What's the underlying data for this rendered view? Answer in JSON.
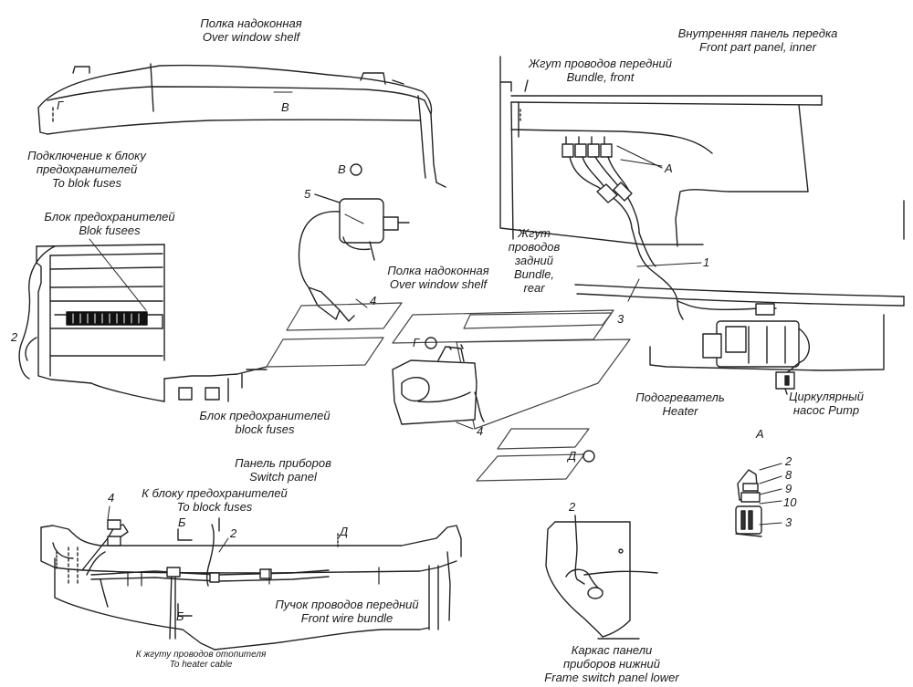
{
  "labels": {
    "shelf_ru": "Полка надоконная",
    "shelf_en": "Over window  shelf",
    "front_panel_ru": "Внутренняя панель передка",
    "front_panel_en": "Front part panel, inner",
    "bundle_front_ru": "Жгут проводов передний",
    "bundle_front_en": "Bundle, front",
    "conn_fuse_ru1": "Подключение к блоку",
    "conn_fuse_ru2": "предохранителей",
    "conn_fuse_en": "To blok fuses",
    "fuse_block_ru": "Блок предохранителей",
    "fuse_block_en": "Blok fusees",
    "shelf2_ru": "Полка надоконная",
    "shelf2_en": "Over window  shelf",
    "bundle_rear_ru1": "Жгут",
    "bundle_rear_ru2": "проводов",
    "bundle_rear_ru3": "задний",
    "bundle_rear_en1": "Bundle,",
    "bundle_rear_en2": "rear",
    "heater_ru": "Подогреватель",
    "heater_en": "Heater",
    "pump_ru": "Циркулярный",
    "pump_en": "насос Pump",
    "fuse_block2_ru": "Блок предохранителей",
    "fuse_block2_en": "block fuses",
    "switch_panel_ru": "Панель приборов",
    "switch_panel_en": "Switch panel",
    "to_block_ru": "К блоку предохранителей",
    "to_block_en": "To block fuses",
    "front_wire_ru": "Пучок проводов передний",
    "front_wire_en": "Front wire bundle",
    "heater_cable_ru": "К жгуту проводов отопителя",
    "heater_cable_en": "To heater cable",
    "frame_ru1": "Каркас панели",
    "frame_ru2": "приборов нижний",
    "frame_en": "Frame switch panel lower"
  },
  "markers": {
    "shelf_g": "Г",
    "shelf_v": "В",
    "v_circle": "В",
    "g_circle": "Г",
    "d_circle": "Д",
    "b_top": "Б",
    "b_bottom": "Б",
    "d_panel": "Д",
    "view_a": "A",
    "a_detail": "A"
  },
  "callouts": {
    "n5": "5",
    "n4_top": "4",
    "n1": "1",
    "n3": "3",
    "n2_left": "2",
    "n4_mid": "4",
    "n4_panel": "4",
    "n2_panel": "2",
    "n2_frame": "2",
    "n2_a": "2",
    "n8_a": "8",
    "n9_a": "9",
    "n10_a": "10",
    "n3_a": "3"
  }
}
